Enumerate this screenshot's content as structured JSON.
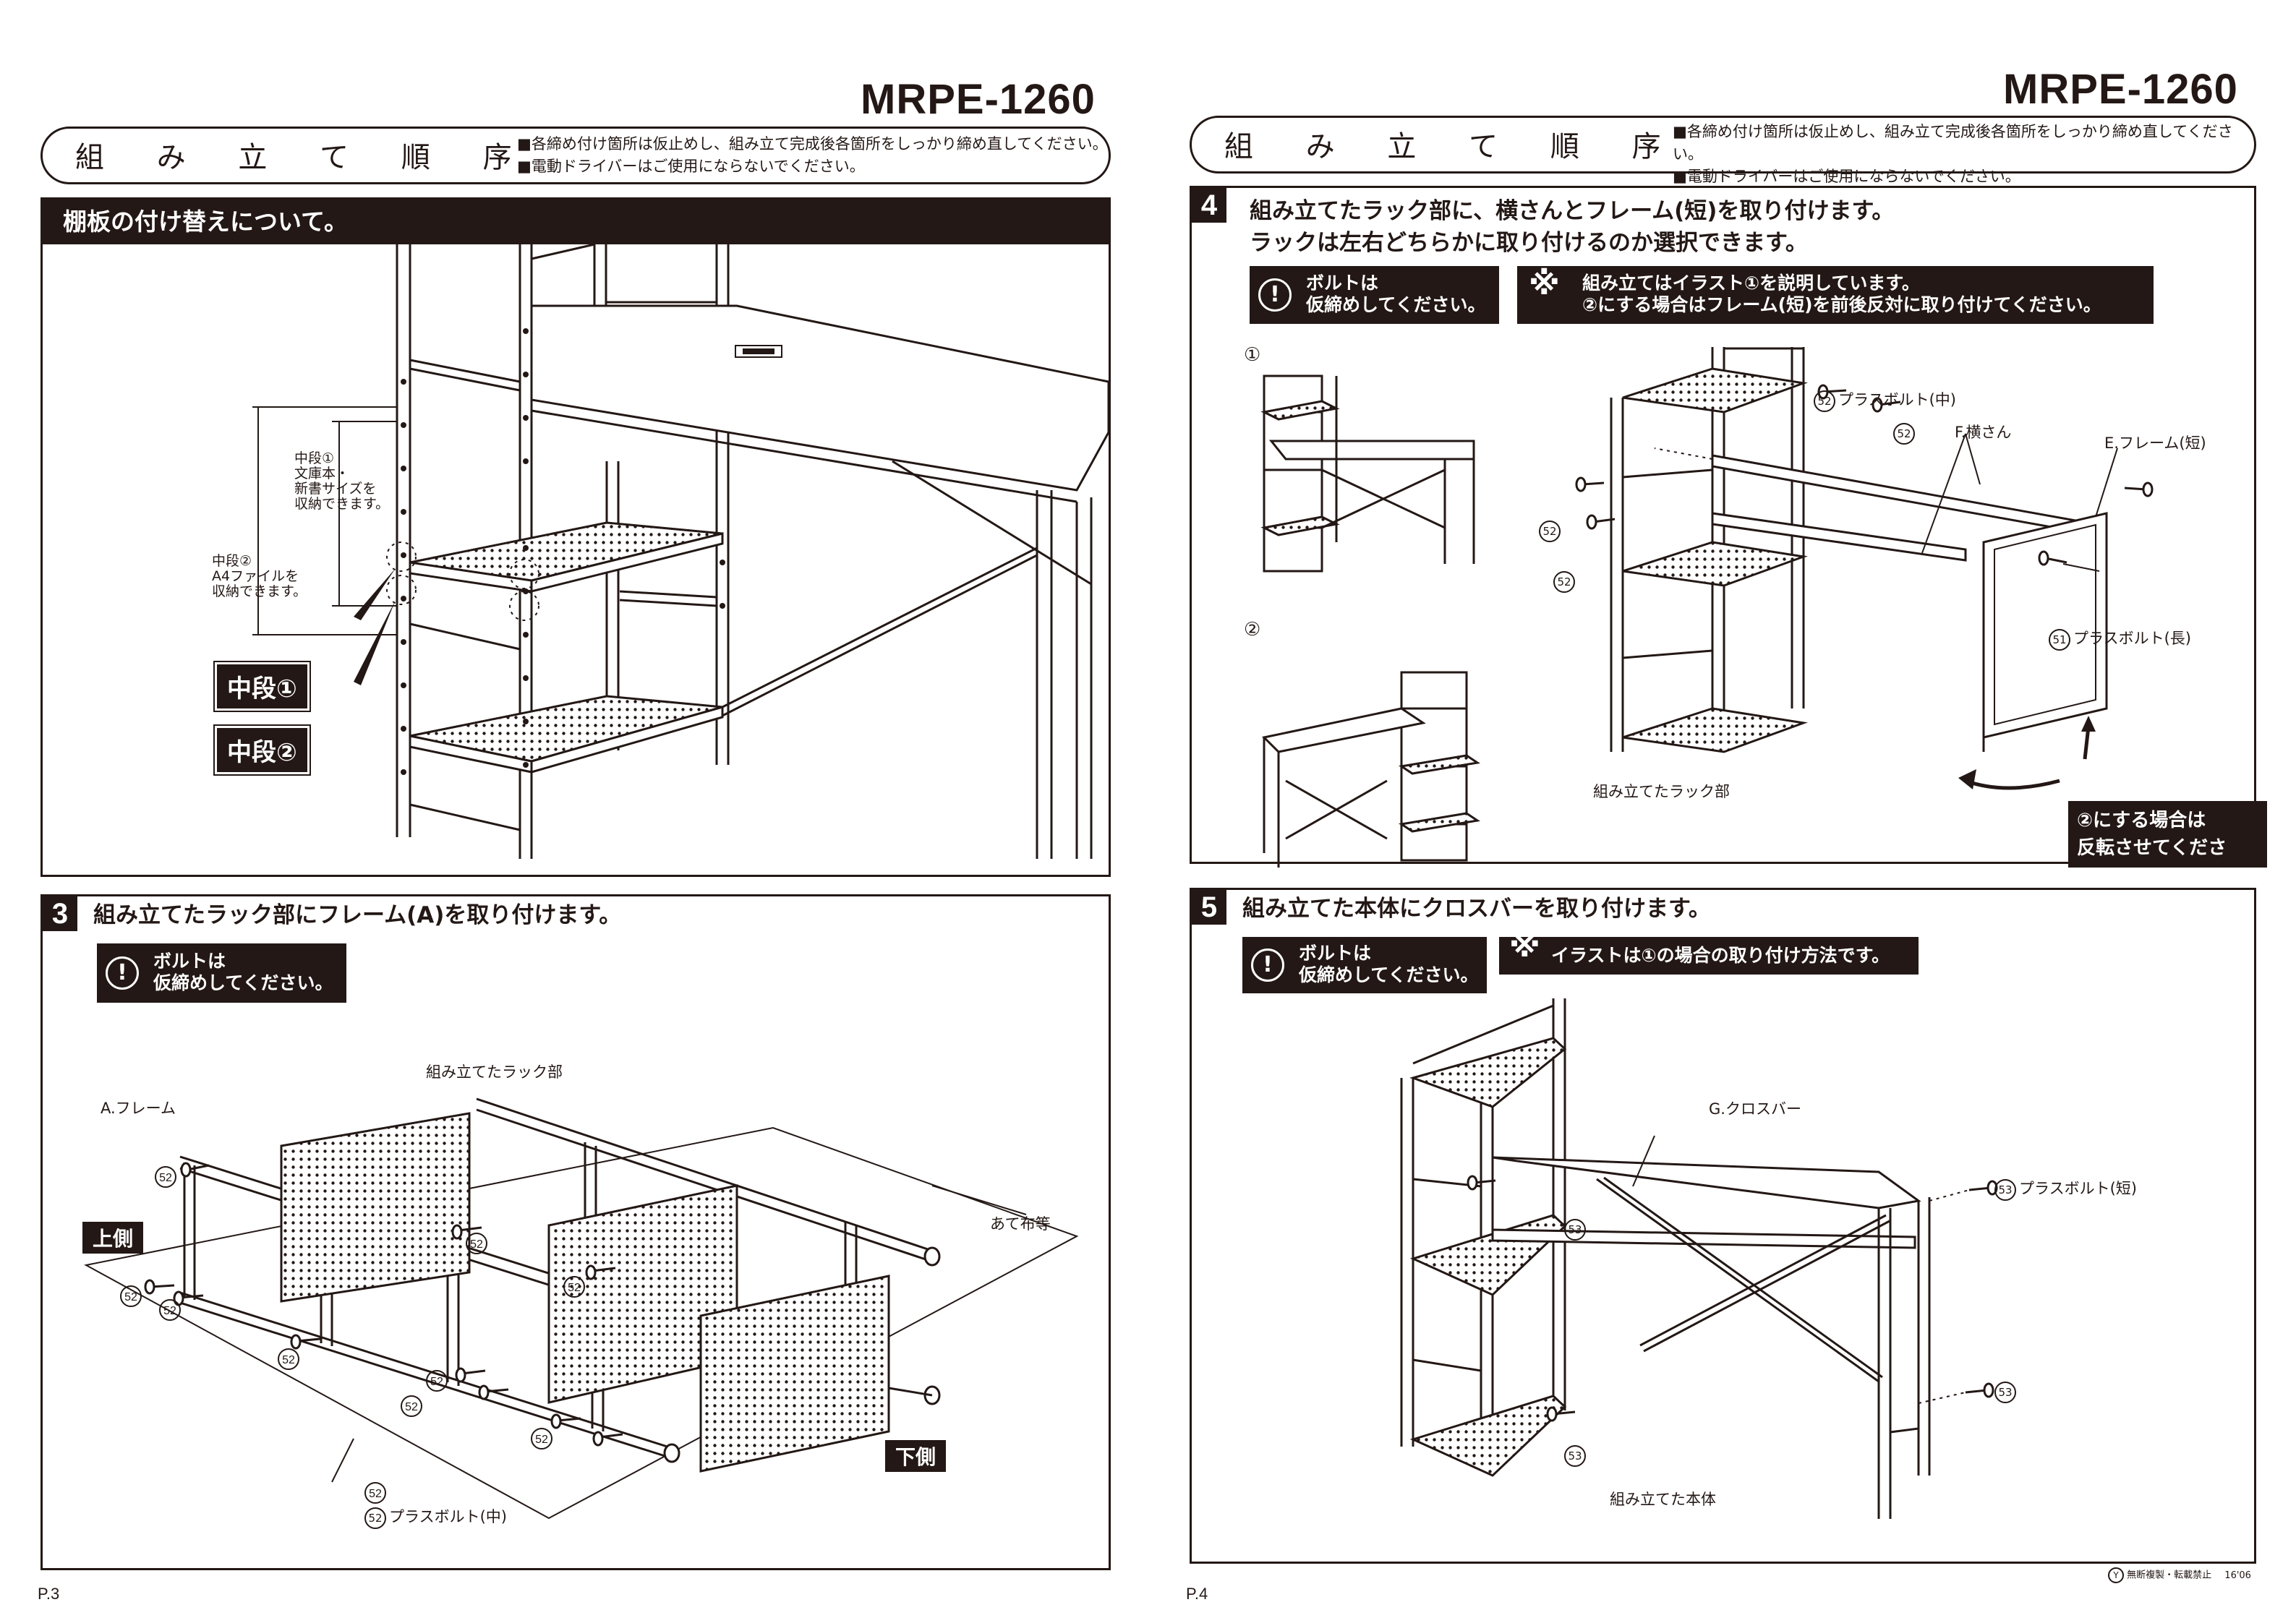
{
  "model": "MRPE-1260",
  "header": {
    "title": "組 み 立 て 順 序",
    "notes": [
      "■各締め付け箇所は仮止めし、組み立て完成後各箇所をしっかり締め直してください。",
      "■電動ドライバーはご使用にならないでください。"
    ]
  },
  "left": {
    "section_shelf": {
      "title": "棚板の付け替えについて。",
      "label_mid1": [
        "中段①",
        "文庫本・",
        "新書サイズを",
        "収納できます。"
      ],
      "label_mid2": [
        "中段②",
        "A4ファイルを",
        "収納できます。"
      ],
      "tag_mid1": "中段①",
      "tag_mid2": "中段②"
    },
    "step3": {
      "num": "3",
      "text": "組み立てたラック部にフレーム(A)を取り付けます。",
      "note": [
        "ボルトは",
        "仮締めしてください。"
      ],
      "label_rack": "組み立てたラック部",
      "label_frame": "A.フレーム",
      "label_cloth": "あて布等",
      "tag_top": "上側",
      "tag_bottom": "下側",
      "part_num": "52",
      "label_bolt": "プラスボルト(中)"
    },
    "page": "P.3"
  },
  "right": {
    "step4": {
      "num": "4",
      "text": [
        "組み立てたラック部に、横さんとフレーム(短)を取り付けます。",
        "ラックは左右どちらかに取り付けるのか選択できます。"
      ],
      "note": [
        "ボルトは",
        "仮締めしてください。"
      ],
      "kome": "※",
      "note2": [
        "組み立てはイラスト①を説明しています。",
        "②にする場合はフレーム(短)を前後反対に取り付けてください。"
      ],
      "opt1": "①",
      "opt2": "②",
      "label_bolt_mid": "プラスボルト(中)",
      "label_yokosan": "F.横さん",
      "label_frame_short": "E.フレーム(短)",
      "label_bolt_long": "プラスボルト(長)",
      "label_rack": "組み立てたラック部",
      "flip_note": [
        "②にする場合は",
        "反転させてください。"
      ],
      "part52": "52",
      "part51": "51"
    },
    "step5": {
      "num": "5",
      "text": "組み立てた本体にクロスバーを取り付けます。",
      "note": [
        "ボルトは",
        "仮締めしてください。"
      ],
      "kome": "※",
      "note2": "イラストは①の場合の取り付け方法です。",
      "label_crossbar": "G.クロスバー",
      "label_bolt_short": "プラスボルト(短)",
      "label_body": "組み立てた本体",
      "part53": "53"
    },
    "copyright_mark": "Y",
    "copyright": "無断複製・転載禁止",
    "date": "16'06",
    "page": "P.4"
  },
  "colors": {
    "ink": "#231815",
    "paper": "#ffffff"
  }
}
